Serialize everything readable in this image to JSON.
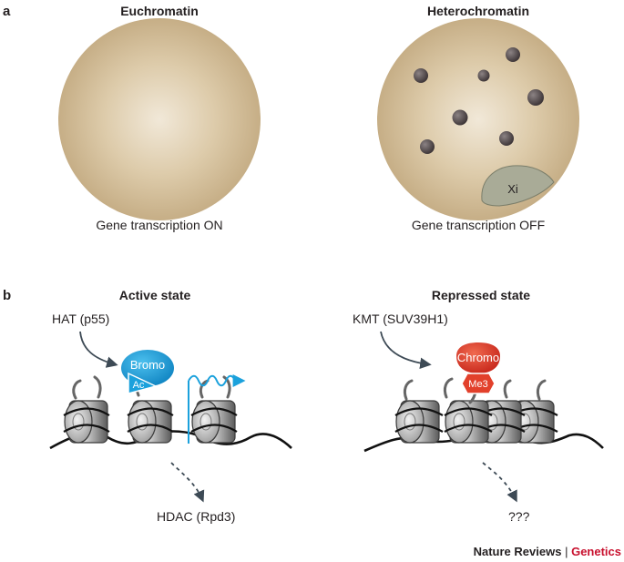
{
  "panel_a": {
    "letter": "a",
    "left": {
      "title": "Euchromatin",
      "caption": "Gene transcription ON"
    },
    "right": {
      "title": "Heterochromatin",
      "caption": "Gene transcription OFF",
      "xi_label": "Xi"
    }
  },
  "panel_b": {
    "letter": "b",
    "active": {
      "title": "Active state",
      "writer": "HAT (p55)",
      "reader": "Bromo",
      "mark": "Ac",
      "eraser": "HDAC (Rpd3)"
    },
    "repressed": {
      "title": "Repressed state",
      "writer": "KMT (SUV39H1)",
      "reader": "Chromo",
      "mark": "Me3",
      "eraser": "???"
    }
  },
  "footer": {
    "journal": "Nature Reviews",
    "separator": "|",
    "section": "Genetics"
  },
  "colors": {
    "nucleus": "#d6c3a1",
    "heterochromatin_focus": "#4a4143",
    "xi": "#a9ab97",
    "bromo": "#1ba1dc",
    "chromo": "#e2402b",
    "transcript": "#1ba1dc",
    "genetics_accent": "#c8102e"
  }
}
